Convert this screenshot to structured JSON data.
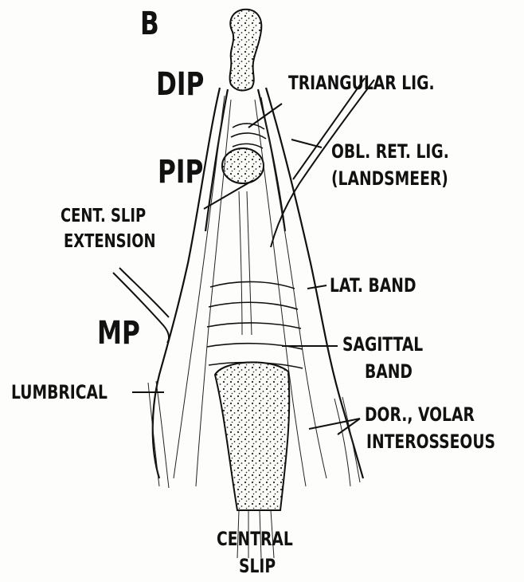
{
  "figure": {
    "panel_letter": "B",
    "labels": {
      "dip": "DIP",
      "pip": "PIP",
      "mp": "MP",
      "triangular_lig": "TRIANGULAR LIG.",
      "obl_ret_lig_line1": "OBL. RET. LIG.",
      "obl_ret_lig_line2": "(LANDSMEER)",
      "cent_slip_ext_line1": "CENT. SLIP",
      "cent_slip_ext_line2": "EXTENSION",
      "lat_band": "LAT. BAND",
      "sagittal_band_line1": "SAGITTAL",
      "sagittal_band_line2": "BAND",
      "lumbrical": "LUMBRICAL",
      "interosseous_line1": "DOR., VOLAR",
      "interosseous_line2": "INTEROSSEOUS",
      "central_slip_line1": "CENTRAL",
      "central_slip_line2": "SLIP"
    }
  }
}
